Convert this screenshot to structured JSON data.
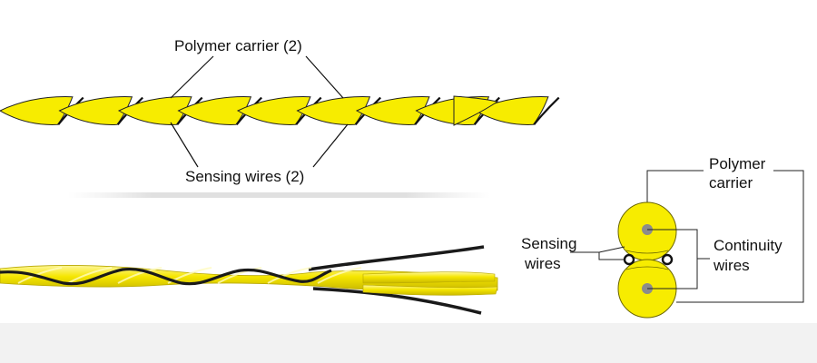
{
  "labels": {
    "polymer_carrier_top": "Polymer carrier (2)",
    "sensing_wires_top": "Sensing wires (2)",
    "polymer_carrier_line1": "Polymer",
    "polymer_carrier_line2": "carrier",
    "sensing_wires_line1": "Sensing",
    "sensing_wires_line2": "wires",
    "continuity_wires_line1": "Continuity",
    "continuity_wires_line2": "wires"
  },
  "colors": {
    "polymer_yellow": "#f7ec00",
    "polymer_yellow_dark": "#d9cd00",
    "wire_black": "#1a1a1a",
    "core_gray": "#8c8c8c",
    "background": "#ffffff",
    "footer": "#f2f2f2"
  }
}
